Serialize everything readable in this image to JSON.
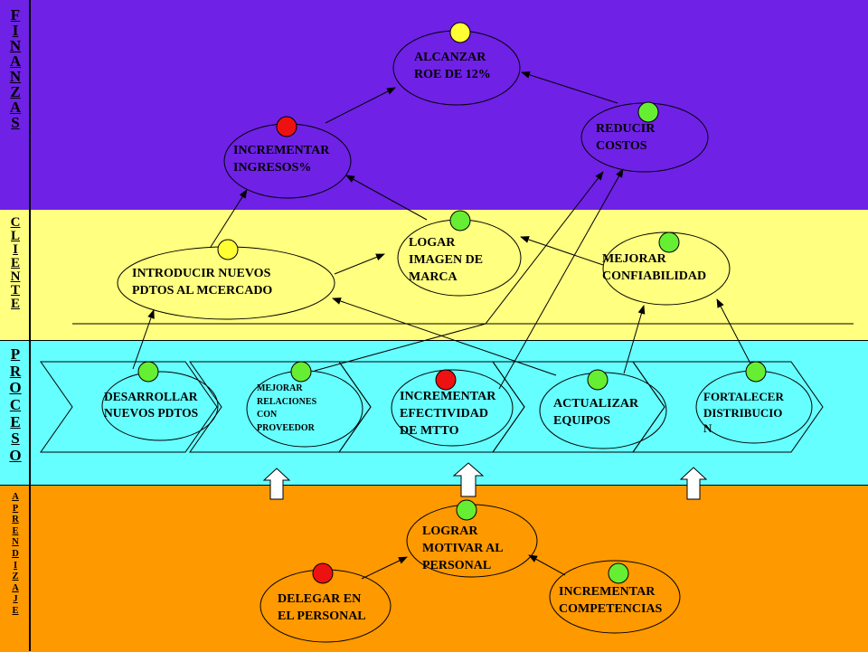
{
  "perspectives": [
    {
      "id": "finanzas",
      "letters": "FINANZAS",
      "color": "#6f21e6"
    },
    {
      "id": "clientes",
      "letters": "CLIENTE",
      "color": "#ffff80"
    },
    {
      "id": "procesos",
      "letters": "PROCESO",
      "color": "#66ffff"
    },
    {
      "id": "aprendizaje",
      "letters": "APRENDIZAJE",
      "color": "#ff9900"
    }
  ],
  "status_colors": {
    "green": "#66ee33",
    "yellow": "#ffff33",
    "red": "#ee1111"
  },
  "nodes": {
    "roe": {
      "text": "ALCANZAR\nROE DE 12%",
      "status": "yellow"
    },
    "ingresos": {
      "text": "INCREMENTAR\nINGRESOS%",
      "status": "red"
    },
    "costos": {
      "text": "REDUCIR\nCOSTOS",
      "status": "green"
    },
    "nuevos_pdtos": {
      "text": "INTRODUCIR NUEVOS\nPDTOS AL MCERCADO",
      "status": "yellow"
    },
    "imagen": {
      "text": "LOGAR\nIMAGEN DE\nMARCA",
      "status": "green"
    },
    "confiabilidad": {
      "text": "MEJORAR\nCONFIABILIDAD",
      "status": "green"
    },
    "desarrollar": {
      "text": "DESARROLLAR\nNUEVOS PDTOS",
      "status": "green"
    },
    "proveedor": {
      "text": "MEJORAR\nRELACIONES\nCON\nPROVEEDOR",
      "status": "green"
    },
    "mtto": {
      "text": "INCREMENTAR\nEFECTIVIDAD\nDE MTTO",
      "status": "red"
    },
    "equipos": {
      "text": "ACTUALIZAR\nEQUIPOS",
      "status": "green"
    },
    "distribucion": {
      "text": "FORTALECER\nDISTRIBUCIO\nN",
      "status": "green"
    },
    "motivar": {
      "text": "LOGRAR\nMOTIVAR AL\nPERSONAL",
      "status": "green"
    },
    "delegar": {
      "text": "DELEGAR EN\nEL PERSONAL",
      "status": "red"
    },
    "competencias": {
      "text": "INCREMENTAR\nCOMPETENCIAS",
      "status": "green"
    }
  }
}
